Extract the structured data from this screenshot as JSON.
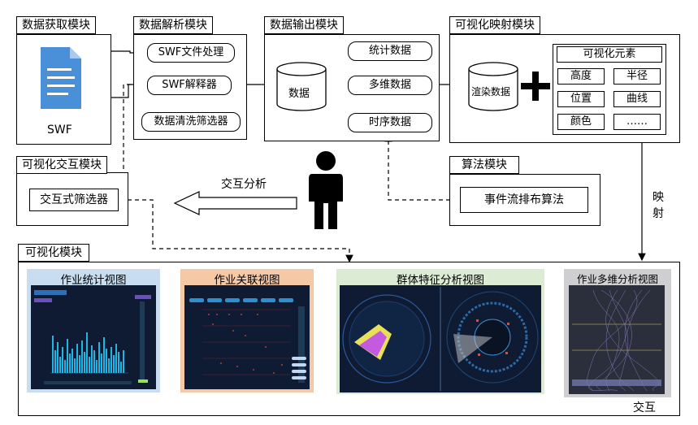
{
  "modules": {
    "acquisition": {
      "title": "数据获取模块",
      "file_label": "SWF"
    },
    "parsing": {
      "title": "数据解析模块",
      "swf_processing": "SWF文件处理",
      "swf_parser": "SWF解释器",
      "data_cleaning": "数据清洗筛选器"
    },
    "output": {
      "title": "数据输出模块",
      "data": "数据",
      "stats": "统计数据",
      "multidim": "多维数据",
      "timeseries": "时序数据"
    },
    "mapping": {
      "title": "可视化映射模块",
      "render_data": "渲染数据",
      "elements_title": "可视化元素",
      "elements": [
        "高度",
        "半径",
        "位置",
        "曲线",
        "颜色",
        "……"
      ]
    },
    "interaction": {
      "title": "可视化交互模块",
      "filter": "交互式筛选器"
    },
    "algorithm": {
      "title": "算法模块",
      "event_flow": "事件流排布算法"
    },
    "visualization": {
      "title": "可视化模块",
      "views": [
        "作业统计视图",
        "作业关联视图",
        "群体特征分析视图",
        "作业多维分析视图"
      ]
    }
  },
  "labels": {
    "interactive_analysis": "交互分析",
    "mapping": "映",
    "mapping2": "射",
    "interaction": "交互"
  },
  "colors": {
    "doc_icon": "#4a90d9",
    "view1_bg": "#c9ddf0",
    "view2_bg": "#f6c9a6",
    "view3_bg": "#dcebd4",
    "view4_bg": "#cfcfd2",
    "screen_dark": "#0f1a33"
  }
}
